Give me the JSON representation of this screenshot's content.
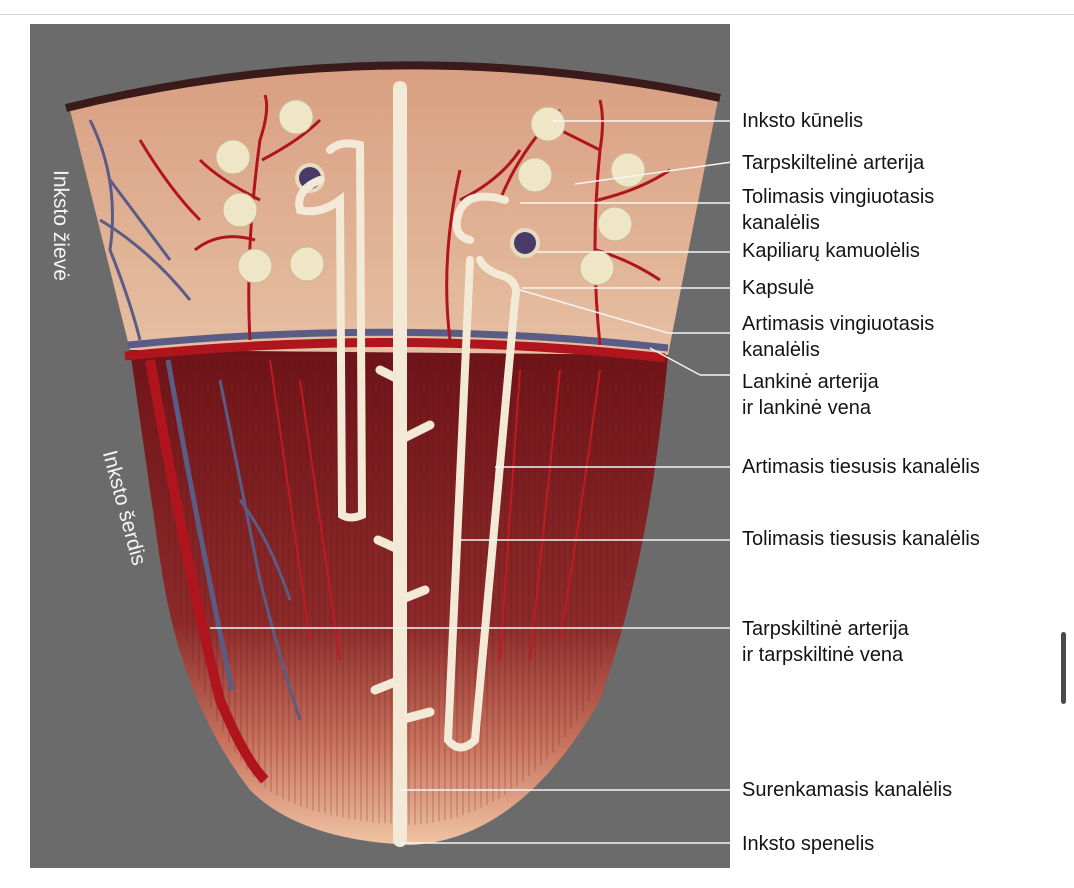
{
  "labels": {
    "inksto_kunelis": "Inksto kūnelis",
    "tarpskiltelinė_arterija": "Tarpskiltelinė arterija",
    "tolimasis_vingiuotasis": "Tolimasis vingiuotasis\nkanalėlis",
    "kapiliaru_kamuolelis": "Kapiliarų kamuolėlis",
    "kapsule": "Kapsulė",
    "artimasis_vingiuotasis": "Artimasis vingiuotasis\nkanalėlis",
    "lankine": "Lankinė arterija\nir lankinė vena",
    "artimasis_tiesusis": "Artimasis tiesusis kanalėlis",
    "tolimasis_tiesusis": "Tolimasis tiesusis kanalėlis",
    "tarpskiltine": "Tarpskiltinė arterija\nir tarpskiltinė vena",
    "surenkamasis": "Surenkamasis kanalėlis",
    "spenelis": "Inksto spenelis"
  },
  "side_labels": {
    "ziieve": "Inksto žievė",
    "serdis": "Inksto šerdis"
  },
  "colors": {
    "background_panel": "#6b6b6b",
    "cortex": "#e0b79a",
    "medulla": "#7a1a20",
    "artery": "#b0141c",
    "vein": "#5a5c86",
    "tubule": "#f2ead6",
    "papilla": "#efc7a8"
  }
}
